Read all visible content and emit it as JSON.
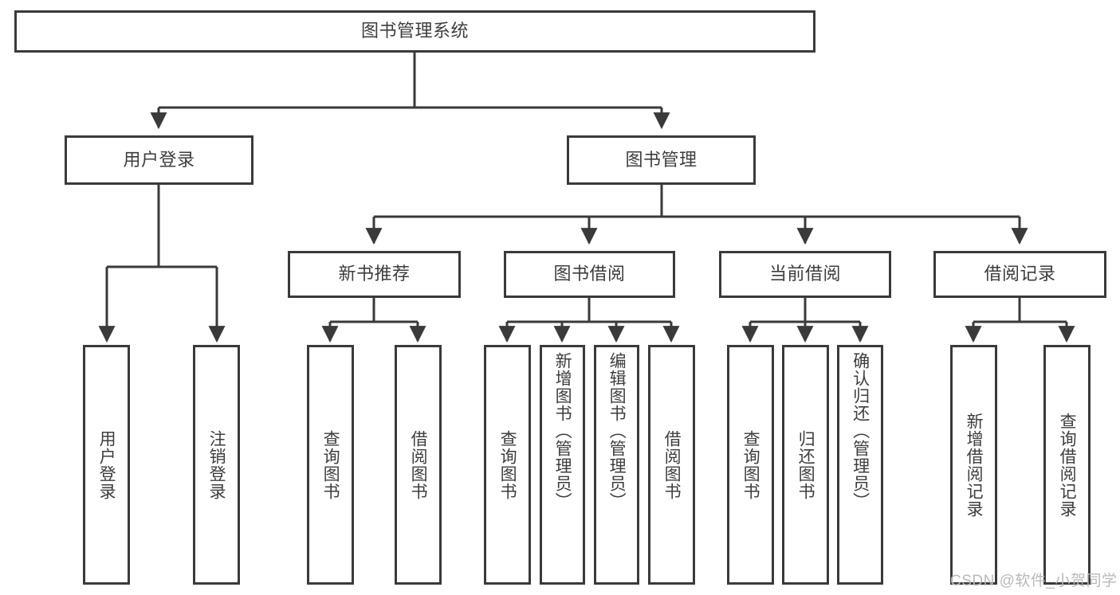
{
  "diagram": {
    "title": "图书管理系统",
    "type": "tree-hierarchy",
    "root": {
      "label": "图书管理系统"
    },
    "level2": [
      {
        "label": "用户登录"
      },
      {
        "label": "图书管理"
      }
    ],
    "level3": [
      {
        "label": "新书推荐"
      },
      {
        "label": "图书借阅"
      },
      {
        "label": "当前借阅"
      },
      {
        "label": "借阅记录"
      }
    ],
    "leaves": [
      {
        "label": "用户登录",
        "parent": "用户登录"
      },
      {
        "label": "注销登录",
        "parent": "用户登录"
      },
      {
        "label": "查询图书",
        "parent": "新书推荐"
      },
      {
        "label": "借阅图书",
        "parent": "新书推荐"
      },
      {
        "label": "查询图书",
        "parent": "图书借阅"
      },
      {
        "label": "新增图书（管理员）",
        "parent": "图书借阅"
      },
      {
        "label": "编辑图书（管理员）",
        "parent": "图书借阅"
      },
      {
        "label": "借阅图书",
        "parent": "图书借阅"
      },
      {
        "label": "查询图书",
        "parent": "当前借阅"
      },
      {
        "label": "归还图书",
        "parent": "当前借阅"
      },
      {
        "label": "确认归还（管理员）",
        "parent": "当前借阅"
      },
      {
        "label": "新增借阅记录",
        "parent": "借阅记录"
      },
      {
        "label": "查询借阅记录",
        "parent": "借阅记录"
      }
    ]
  },
  "watermark": {
    "text": "CSDN @软件_小贺同学"
  },
  "colors": {
    "stroke": "#3a3a3a",
    "background": "#ffffff",
    "text": "#3d3d3d",
    "watermark": "#b9b9b9"
  }
}
